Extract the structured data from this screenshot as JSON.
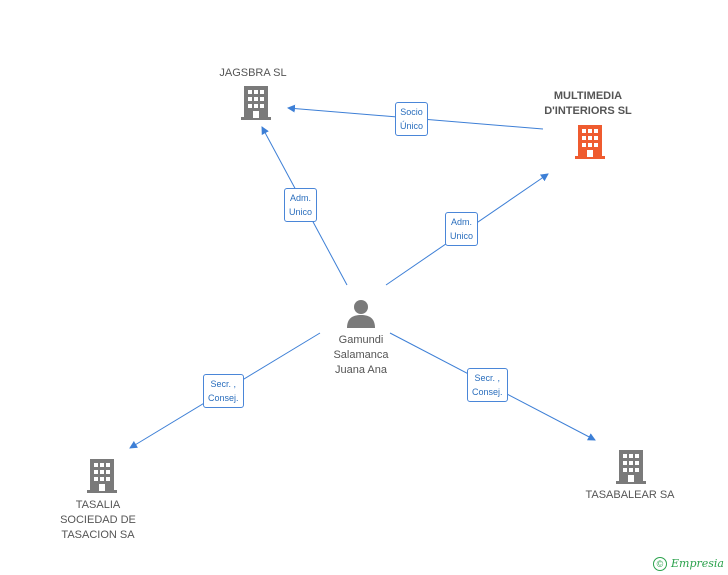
{
  "colors": {
    "edge": "#3d7fd6",
    "building": "#7a7a7a",
    "building_highlight": "#ef5b2f",
    "person": "#7a7a7a"
  },
  "nodes": {
    "jagsbra": {
      "name": "JAGSBRA SL",
      "icon": "building-icon"
    },
    "multimedia": {
      "name_line1": "MULTIMEDIA",
      "name_line2": "D'INTERIORS SL",
      "icon": "building-icon-highlight"
    },
    "person": {
      "line1": "Gamundi",
      "line2": "Salamanca",
      "line3": "Juana Ana",
      "icon": "person-icon"
    },
    "tasalia": {
      "line1": "TASALIA",
      "line2": "SOCIEDAD DE",
      "line3": "TASACION SA",
      "icon": "building-icon"
    },
    "tasabalear": {
      "name": "TASABALEAR SA",
      "icon": "building-icon"
    }
  },
  "edges": {
    "socio": {
      "line1": "Socio",
      "line2": "Único"
    },
    "adm_jagsbra": {
      "line1": "Adm.",
      "line2": "Unico"
    },
    "adm_multimedia": {
      "line1": "Adm.",
      "line2": "Unico"
    },
    "secr_tasalia": {
      "line1": "Secr. ,",
      "line2": "Consej."
    },
    "secr_tasabalear": {
      "line1": "Secr. ,",
      "line2": "Consej."
    }
  },
  "footer": {
    "copyright": "©",
    "brand": "Empresia"
  }
}
